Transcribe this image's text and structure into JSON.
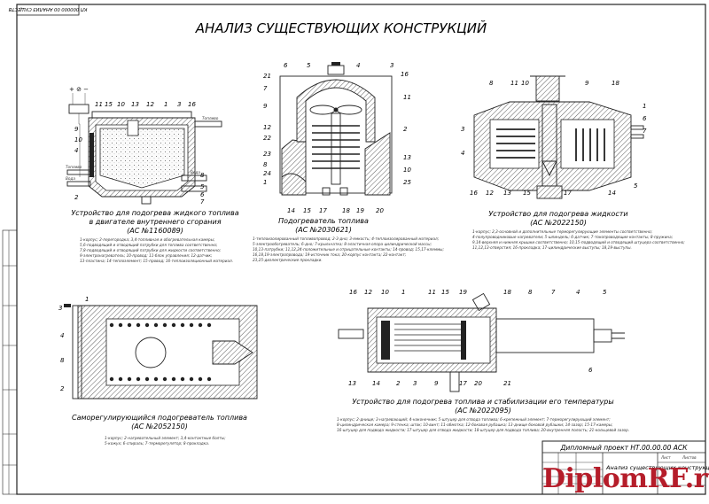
{
  "corner_stamp": "КП 000000 00 АНАЛИЗ СУЩЕСТВ",
  "main_title": "АНАЛИЗ СУЩЕСТВУЮЩИХ КОНСТРУКЦИЙ",
  "watermark": "DiplomRF.ru",
  "figures": [
    {
      "id": "fig1",
      "title_line1": "Устройство для подогрева жидкого топлива",
      "title_line2": "в двигателе внутреннего сгорания",
      "patent": "(АС №1160089)",
      "io_label": "+ ⊘ −",
      "labels_side": [
        "Топливо",
        "Вода",
        "Топливо",
        "Вода"
      ],
      "callouts": [
        "11",
        "15",
        "10",
        "13",
        "12",
        "1",
        "3",
        "16",
        "9",
        "10",
        "4",
        "8",
        "2",
        "5",
        "6",
        "7"
      ],
      "legend": [
        "1-корпус; 2-перегородка; 3,4-топливная и обогревательная камеры;",
        "5,6-подводящий и отводящий патрубки для топлива соответственно;",
        "7,8-подводящий и отводящий патрубки для жидкости соответственно;",
        "9-электронагреватель; 10-провод; 11-блок управления; 12-датчик;",
        "13-пластина; 14-теплоэлемент; 15-провод; 16-теплоизоляционный материал."
      ]
    },
    {
      "id": "fig2",
      "title": "Подогреватель топлива",
      "patent": "(АС №2030621)",
      "callouts": [
        "6",
        "5",
        "4",
        "3",
        "16",
        "21",
        "7",
        "9",
        "11",
        "12",
        "22",
        "23",
        "8",
        "24",
        "1",
        "2",
        "13",
        "10",
        "25",
        "14",
        "15",
        "17",
        "18",
        "19",
        "20"
      ],
      "legend": [
        "1-теплоизолированный топливопровод; 2-3-дно; 3-емкость; 4-теплоизолированный материал;",
        "5-электрообогреватель; 6-дно; 7-крыльчатка; 8-эластичная опора цилиндрической массы;",
        "10,13-патрубки; 11,12,24-положительные и отрицательные контакты; 14-провод; 15,17-клеммы;",
        "16,18,19-электропровода; 19-источник тока; 20-корпус контакта; 22-контакт;",
        "23,25-диэлектрические прокладки."
      ]
    },
    {
      "id": "fig3",
      "title": "Устройство для подогрева жидкости",
      "patent": "(АС №2022150)",
      "callouts": [
        "8",
        "11",
        "10",
        "9",
        "18",
        "3",
        "1",
        "6",
        "7",
        "4",
        "16",
        "12",
        "13",
        "15",
        "17",
        "14",
        "5"
      ],
      "legend": [
        "1-корпус; 2,3-основной и дополнительные терморегулирующие элементы соответственно;",
        "4-полупроводниковые нагреватели; 5-шпиндель; 6-датчик; 7-токопроводящие контакты; 8-пружина;",
        "9,14-верхняя и нижняя крышки соответственно; 10,15-подводящий и отводящий штуцера соответственно;",
        "11,12,13-отверстия; 16-прокладка; 17-цилиндрические выступы; 18,19-выступы."
      ]
    },
    {
      "id": "fig4",
      "title": "Саморегулирующийся подогреватель топлива",
      "patent": "(АС №2052150)",
      "callouts": [
        "3",
        "1",
        "4",
        "8",
        "2"
      ],
      "legend": [
        "1-корпус; 2-нагревательный элемент; 3,4-контактные болты;",
        "5-кожух; 6-спираль; 7-терморегулятор; 8-прокладка."
      ]
    },
    {
      "id": "fig5",
      "title": "Устройство для подогрева топлива и стабилизации его температуры",
      "patent": "(АС №2022095)",
      "callouts": [
        "16",
        "12",
        "10",
        "1",
        "11",
        "15",
        "19",
        "18",
        "8",
        "7",
        "4",
        "5",
        "13",
        "14",
        "2",
        "3",
        "9",
        "20",
        "17",
        "21",
        "6"
      ],
      "legend": [
        "1-корпус; 2-днище; 3-нагревающий; 4-наконечник; 5-штуцер для отвода топлива; 6-крепежный элемент; 7-терморегулирующий элемент;",
        "8-цилиндрическая камера; 9-стенка; шток; 10-винт; 11-обмотка; 12-боковая рубашка; 13-днище боковой рубашки; 14-зазор; 15-17-камеры;",
        "16-штуцер для подвода жидкости; 17-штуцер для отвода жидкости; 18-штуцер для подвода топлива; 20-внутренняя полость; 21-кольцевой зазор."
      ]
    }
  ],
  "title_block": {
    "doc_number": "Дипломный проект НТ.00.00.00 АСК",
    "doc_name": "Анализ существующих конструкций",
    "sheet_label": "Лист",
    "sheets_label": "Листов"
  }
}
